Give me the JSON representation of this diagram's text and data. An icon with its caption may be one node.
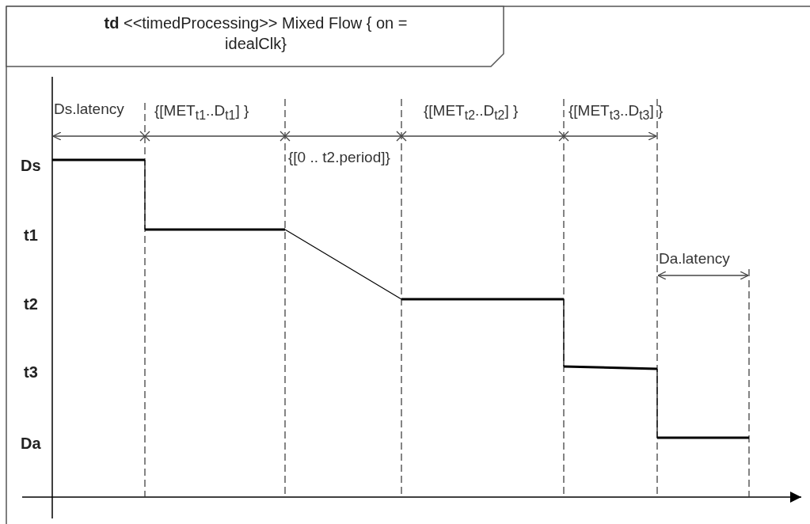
{
  "diagram": {
    "title": "**td** <<timedProcessing>> Mixed Flow { on = idealClk}",
    "labels": [
      "Ds.latency",
      "{[MET$_{t1}$..D$_{t1}$] }",
      "{[0 .. t2.period]}",
      "{[MET$_{t2}$..D$_{t2}$] }",
      "{[MET$_{t3}$..D$_{t3}$] }",
      "Ds",
      "t1",
      "Da.latency",
      "t2",
      "t3",
      "Da"
    ]
  }
}
